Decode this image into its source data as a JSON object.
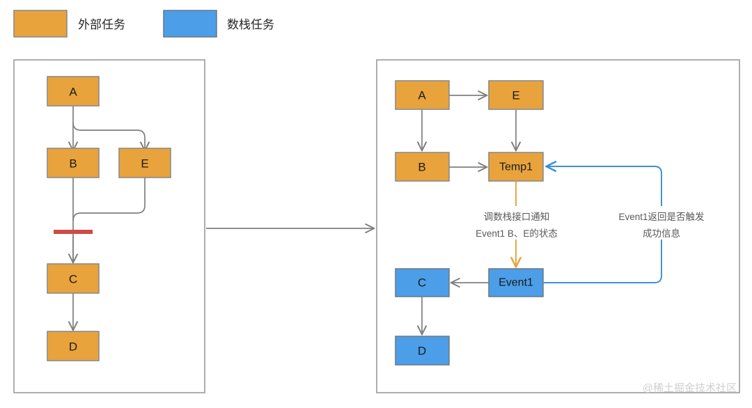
{
  "legend": {
    "items": [
      {
        "swatch": "orange",
        "color": "#e8a33d",
        "label": "外部任务"
      },
      {
        "swatch": "blue",
        "color": "#4c9ee8",
        "label": "数栈任务"
      }
    ]
  },
  "left_panel": {
    "name": "before-diagram",
    "nodes": [
      {
        "id": "A",
        "label": "A",
        "type": "orange"
      },
      {
        "id": "B",
        "label": "B",
        "type": "orange"
      },
      {
        "id": "E",
        "label": "E",
        "type": "orange"
      },
      {
        "id": "C",
        "label": "C",
        "type": "orange"
      },
      {
        "id": "D",
        "label": "D",
        "type": "orange"
      }
    ],
    "edges": [
      {
        "from": "A",
        "to": "B"
      },
      {
        "from": "A",
        "to": "E"
      },
      {
        "from": "B",
        "to": "C"
      },
      {
        "from": "E",
        "to": "C"
      },
      {
        "from": "C",
        "to": "D"
      }
    ],
    "blocker": {
      "name": "blocked-marker",
      "color": "#cc4b44"
    }
  },
  "transition": {
    "name": "transform-arrow",
    "color": "#7f7f7f"
  },
  "right_panel": {
    "name": "after-diagram",
    "nodes": [
      {
        "id": "A",
        "label": "A",
        "type": "orange"
      },
      {
        "id": "E",
        "label": "E",
        "type": "orange"
      },
      {
        "id": "B",
        "label": "B",
        "type": "orange"
      },
      {
        "id": "Temp1",
        "label": "Temp1",
        "type": "orange"
      },
      {
        "id": "C",
        "label": "C",
        "type": "blue"
      },
      {
        "id": "Event1",
        "label": "Event1",
        "type": "blue"
      },
      {
        "id": "D",
        "label": "D",
        "type": "blue"
      }
    ],
    "edges": [
      {
        "from": "A",
        "to": "E",
        "color": "#7f7f7f"
      },
      {
        "from": "A",
        "to": "B",
        "color": "#7f7f7f"
      },
      {
        "from": "E",
        "to": "Temp1",
        "color": "#7f7f7f"
      },
      {
        "from": "B",
        "to": "Temp1",
        "color": "#7f7f7f"
      },
      {
        "from": "Temp1",
        "to": "Event1",
        "color": "#e8a33d"
      },
      {
        "from": "Event1",
        "to": "C",
        "color": "#7f7f7f"
      },
      {
        "from": "Event1",
        "to": "Temp1",
        "color": "#3d8fd4"
      },
      {
        "from": "C",
        "to": "D",
        "color": "#7f7f7f"
      }
    ],
    "annotations": [
      {
        "name": "notify-annotation",
        "line1": "调数栈接口通知",
        "line2": "Event1 B、E的状态"
      },
      {
        "name": "callback-annotation",
        "line1": "Event1返回是否触发",
        "line2": "成功信息"
      }
    ]
  },
  "watermark": {
    "text": "@稀土掘金技术社区"
  }
}
